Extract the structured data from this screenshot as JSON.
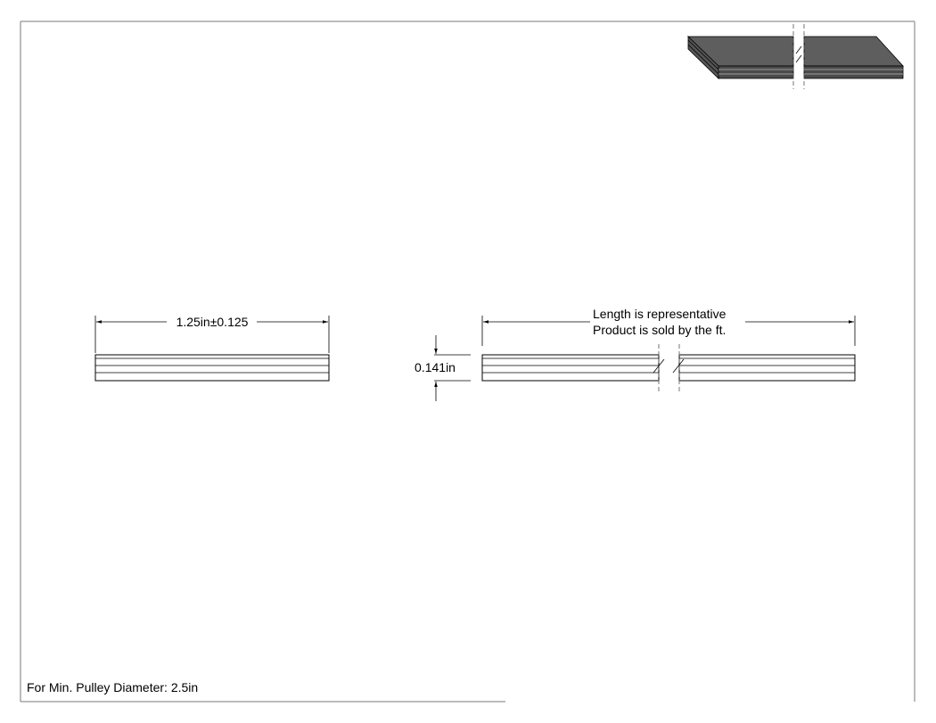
{
  "dimensions": {
    "width_label": "1.25in±0.125",
    "thickness_label": "0.141in"
  },
  "notes": {
    "length_line1": "Length is representative",
    "length_line2": "Product is sold by the ft.",
    "pulley_note": "For Min. Pulley Diameter: 2.5in"
  },
  "colors": {
    "line": "#000000",
    "frame": "#7a7a7a",
    "iso_top": "#5e5e5e",
    "iso_side": "#4a4a4a"
  },
  "icons": {
    "break_symbol": "break-line-icon",
    "iso_view": "iso-belt-icon"
  }
}
